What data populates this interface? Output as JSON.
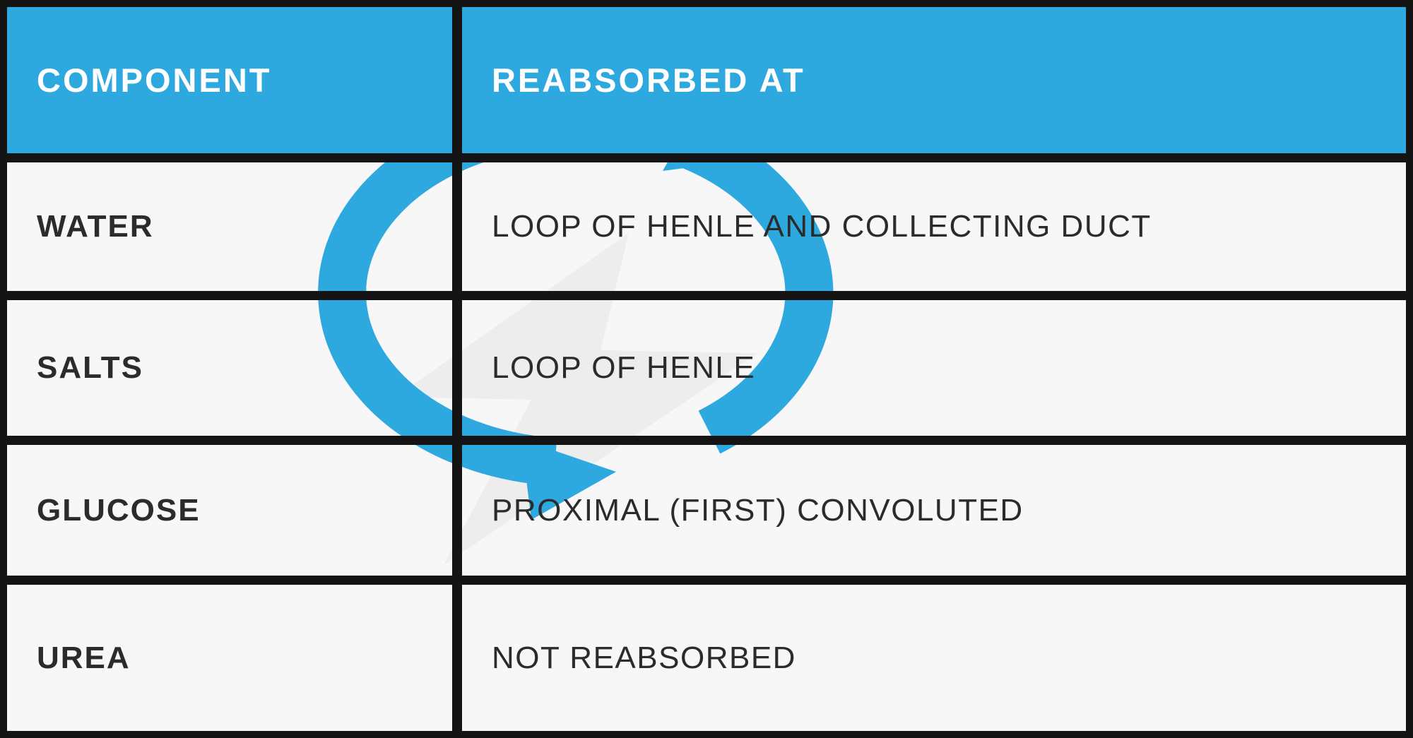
{
  "table": {
    "header": {
      "component_label": "COMPONENT",
      "reabsorbed_label": "REABSORBED AT"
    },
    "rows": [
      {
        "component": "WATER",
        "reabsorbed_at": "LOOP OF HENLE AND COLLECTING DUCT"
      },
      {
        "component": "SALTS",
        "reabsorbed_at": "LOOP OF HENLE"
      },
      {
        "component": "GLUCOSE",
        "reabsorbed_at": "PROXIMAL (FIRST) CONVOLUTED"
      },
      {
        "component": "UREA",
        "reabsorbed_at": "NOT REABSORBED"
      }
    ]
  },
  "watermark": {
    "name": "brand-swoosh-watermark"
  },
  "colors": {
    "header_bg": "#2EA9E0",
    "row_bg": "#F7F7F7",
    "grid_border": "#141414",
    "header_text": "#FFFFFF",
    "row_text": "#2B2B2B",
    "watermark_blue": "#2EA9E0",
    "watermark_gray": "#EBEBEB"
  }
}
